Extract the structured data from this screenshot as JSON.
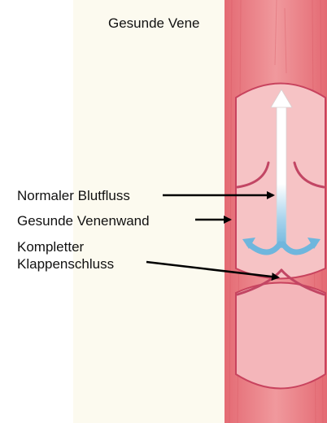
{
  "title": "Gesunde Vene",
  "labels": {
    "normal_flow": "Normaler Blutfluss",
    "healthy_wall": "Gesunde Venenwand",
    "valve_line1": "Kompletter",
    "valve_line2": "Klappenschluss"
  },
  "colors": {
    "vein_wall": "#e8737a",
    "vein_lumen": "#f6c3c5",
    "vessel_outline": "#c8435e",
    "valve_flap": "#c24664",
    "flow_arrow_top": "#ffffff",
    "flow_arrow_bottom": "#6fb6dd",
    "pointer_arrow": "#000000",
    "background_tint": "#fbf8e8"
  }
}
